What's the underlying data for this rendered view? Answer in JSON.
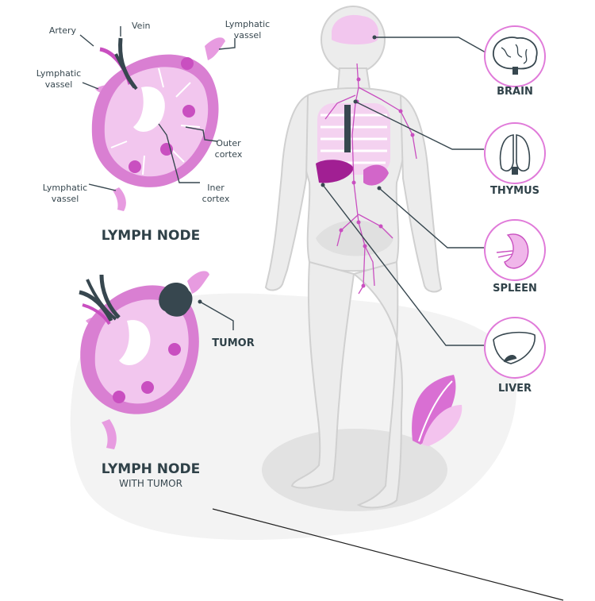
{
  "lymph_node": {
    "title": "LYMPH NODE",
    "labels": {
      "artery": "Artery",
      "vein": "Vein",
      "lymphatic_top_line1": "Lymphatic",
      "lymphatic_top_line2": "vassel",
      "lymphatic_left_line1": "Lymphatic",
      "lymphatic_left_line2": "vassel",
      "lymphatic_bottom_line1": "Lymphatic",
      "lymphatic_bottom_line2": "vassel",
      "outer_cortex_line1": "Outer",
      "outer_cortex_line2": "cortex",
      "inner_cortex_line1": "Iner",
      "inner_cortex_line2": "cortex"
    }
  },
  "tumor_node": {
    "title": "LYMPH NODE",
    "subtitle": "WITH TUMOR",
    "tumor_label": "TUMOR"
  },
  "organs": [
    {
      "label": "BRAIN",
      "icon": "brain-icon"
    },
    {
      "label": "THYMUS",
      "icon": "thymus-icon"
    },
    {
      "label": "SPLEEN",
      "icon": "spleen-icon"
    },
    {
      "label": "LIVER",
      "icon": "liver-icon"
    }
  ],
  "colors": {
    "pink_dark": "#c94fc0",
    "pink_mid": "#e79be0",
    "pink_light": "#f4d2f0",
    "slate": "#37474f",
    "body_gray": "#e9e9e9"
  }
}
